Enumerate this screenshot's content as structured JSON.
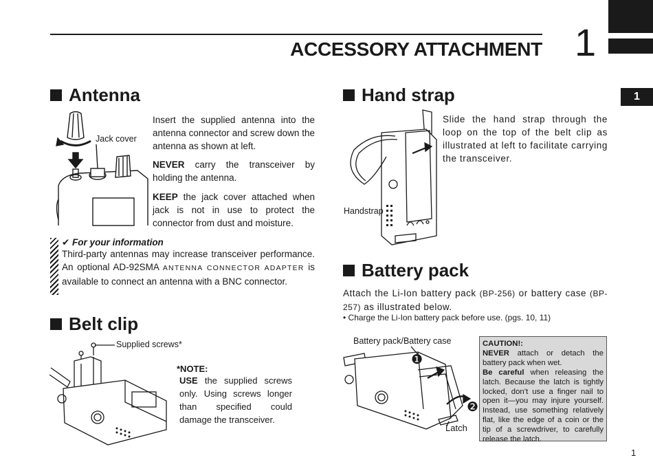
{
  "header": {
    "title": "ACCESSORY ATTACHMENT",
    "chapter_number": "1",
    "side_tab": "1"
  },
  "antenna": {
    "heading": "Antenna",
    "jack_cover_label": "Jack cover",
    "intro": "Insert the supplied antenna into the antenna connector and screw down the antenna as shown at left.",
    "never_lead": "NEVER",
    "never_text": " carry the transceiver by holding the antenna.",
    "keep_lead": "KEEP",
    "keep_text": " the jack cover attached when jack is not in use to protect the connector from dust and moisture."
  },
  "fyi": {
    "title": "✔ For your information",
    "text_1": "Third-party antennas may increase transceiver performance. An optional AD-92SMA ",
    "text_smallcaps": "ANTENNA CONNECTOR ADAPTER",
    "text_2": " is available to connect an antenna with a BNC connector."
  },
  "belt_clip": {
    "heading": "Belt clip",
    "screws_label": "Supplied screws*",
    "note_title": "*NOTE:",
    "note_lead": "USE",
    "note_text": " the supplied screws only. Using screws longer than specified could damage the transceiver."
  },
  "hand_strap": {
    "heading": "Hand strap",
    "text": "Slide the hand strap through the loop on the top of the belt clip as illustrated at left to facilitate carrying the transceiver.",
    "handstrap_label": "Handstrap"
  },
  "battery_pack": {
    "heading": "Battery pack",
    "text_1": "Attach the Li-Ion battery pack ",
    "model_1": "(BP-256)",
    "text_2": " or battery case ",
    "model_2": "(BP-257)",
    "text_3": " as illustrated below.",
    "bullet": "• Charge the Li-Ion battery pack before use. (pgs. 10, 11)",
    "pack_label": "Battery pack/Battery case",
    "step_1": "❶",
    "step_2": "❷",
    "latch_label": "Latch"
  },
  "caution": {
    "title": "CAUTION!:",
    "never_lead": "NEVER",
    "never_text": " attach or detach the battery pack when wet.",
    "careful_lead": "Be careful",
    "careful_text": " when releasing the latch. Because the latch is tightly locked, don’t use a finger nail to open it—you may injure yourself. Instead, use something relatively flat, like the edge of a coin or the tip of a screwdriver, to carefully release the latch."
  },
  "footer": {
    "page_number": "1"
  }
}
